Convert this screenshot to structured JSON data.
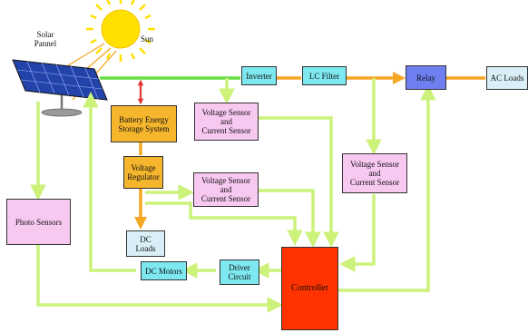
{
  "labels": {
    "sun": "Sun",
    "solar_panel": "Solar\nPannel"
  },
  "blocks": {
    "inverter": "Inverter",
    "lc_filter": "LC Filter",
    "relay": "Relay",
    "ac_loads": "AC Loads",
    "battery": "Battery Energy\nStorage System",
    "vc_sensor_top": "Voltage Sensor\nand\nCurrent Sensor",
    "voltage_regulator": "Voltage\nRegulator",
    "vc_sensor_mid": "Voltage Sensor\nand\nCurrent Sensor",
    "vc_sensor_right": "Voltage Sensor\nand\nCurrent Sensor",
    "photo_sensors": "Photo Sensors",
    "dc_loads": "DC\nLoads",
    "dc_motors": "DC Motors",
    "driver_circuit": "Driver\nCircuit",
    "controller": "Controller"
  },
  "colors": {
    "signal_line": "#ccf27a",
    "dc_bus": "#66dd44",
    "ac_power": "#f5a623",
    "battery_link": "#e33333",
    "sun": "#ffe000",
    "panel": "#2244aa",
    "cyan_block": "#7ee8f0",
    "orange_block": "#f5b52c",
    "pink_block": "#f7c8f0",
    "blue_block": "#6f7ff0",
    "light_block": "#d9eef7",
    "controller_block": "#ff3300"
  }
}
